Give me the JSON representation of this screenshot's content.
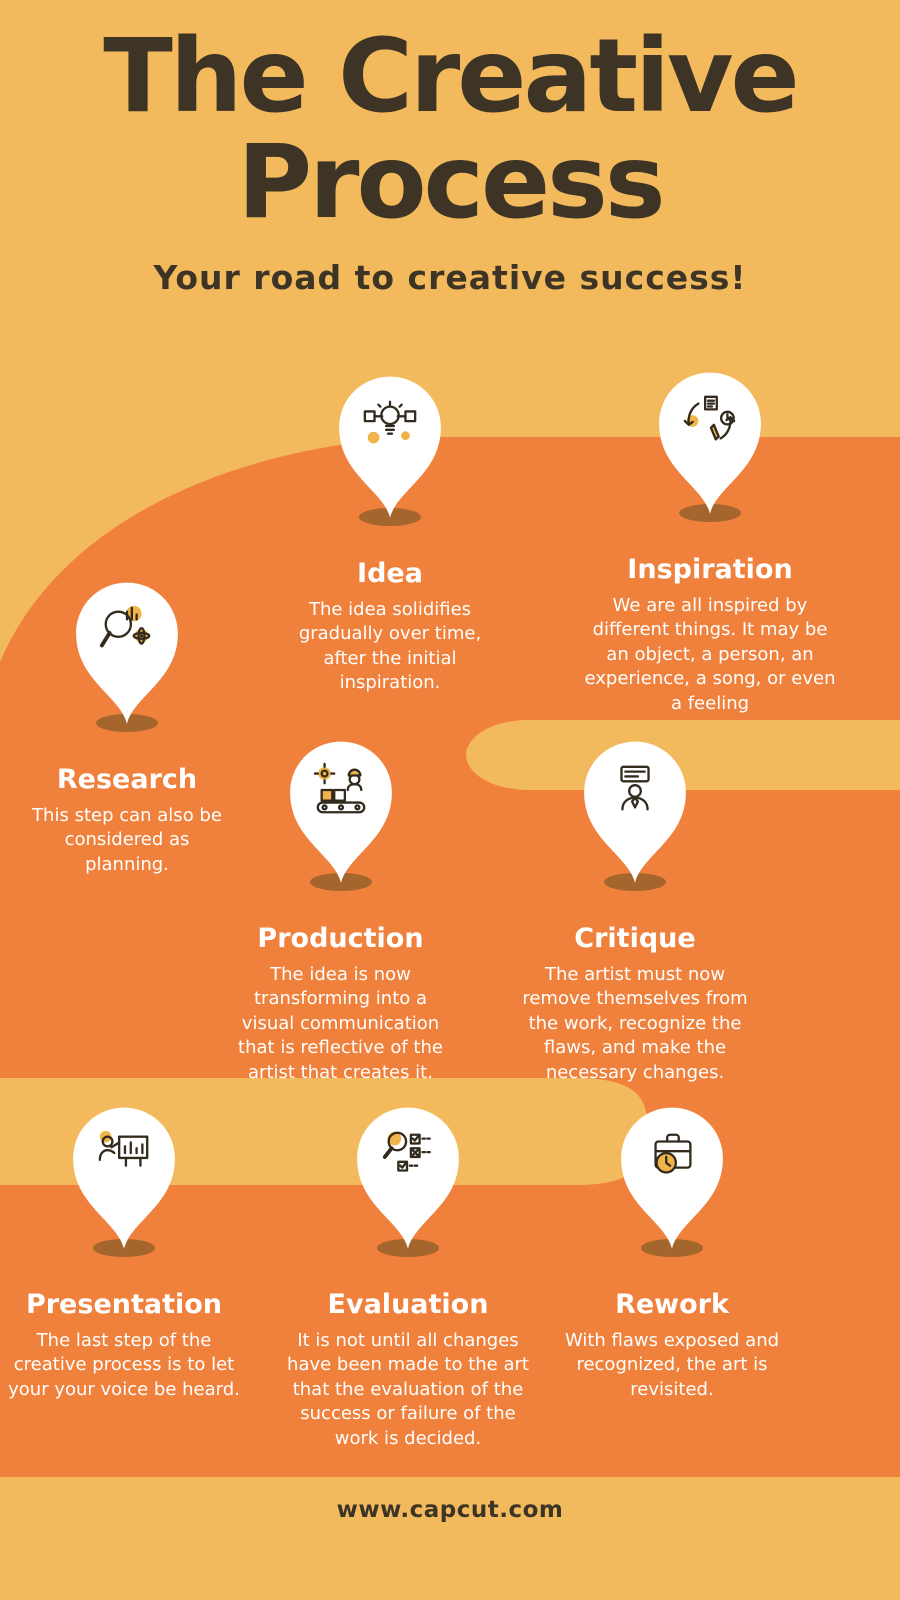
{
  "page": {
    "title_line1": "The Creative",
    "title_line2": "Process",
    "subtitle": "Your road to creative success!",
    "footer": "www.capcut.com"
  },
  "colors": {
    "background": "#F2BA5C",
    "road": "#F0813D",
    "title_text": "#3E3426",
    "step_text": "#FFFFFF",
    "pin_fill": "#FFFFFF",
    "pin_shadow": "#A5662E",
    "icon_stroke": "#332B1D",
    "icon_accent": "#F1B44A"
  },
  "steps": [
    {
      "title": "Idea",
      "description": "The idea solidifies gradually over time, after the initial inspiration.",
      "icon": "idea-lightbulb-icon"
    },
    {
      "title": "Inspiration",
      "description": "We are all inspired by different things.  It may be an object, a person, an experience, a song, or even a feeling",
      "icon": "inspiration-cycle-icon"
    },
    {
      "title": "Research",
      "description": "This step can also be considered as planning.",
      "icon": "research-magnifier-chart-icon"
    },
    {
      "title": "Production",
      "description": "The idea is now transforming into a visual communication that is reflective of the artist that creates it.",
      "icon": "production-conveyor-icon"
    },
    {
      "title": "Critique",
      "description": "The artist must now remove themselves from the work, recognize the flaws, and make the necessary changes.",
      "icon": "critique-review-icon"
    },
    {
      "title": "Presentation",
      "description": "The last step of the creative process is to let your your voice be heard.",
      "icon": "presentation-speaker-icon"
    },
    {
      "title": "Evaluation",
      "description": "It is not until all changes have been made to the art that the evaluation of the success or failure of the work is decided.",
      "icon": "evaluation-checklist-icon"
    },
    {
      "title": "Rework",
      "description": "With flaws exposed and recognized, the art is revisited.",
      "icon": "rework-briefcase-clock-icon"
    }
  ]
}
